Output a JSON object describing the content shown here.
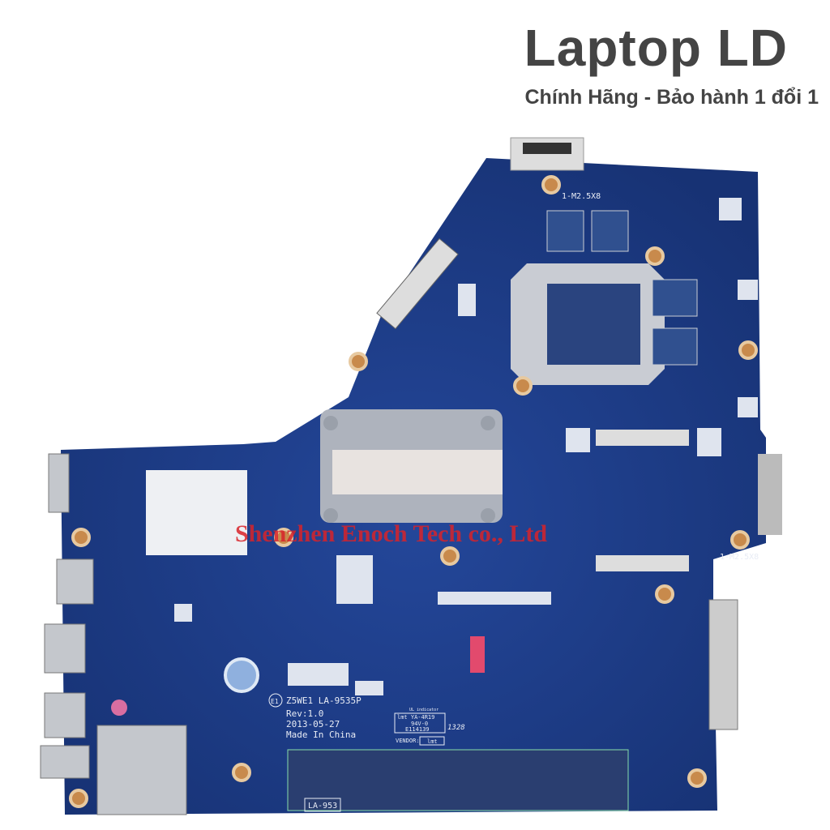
{
  "header": {
    "brand": "Laptop LD",
    "tagline": "Chính Hãng - Bảo hành 1 đổi 1"
  },
  "board": {
    "watermark": "Shenzhen Enoch Tech co., Ltd",
    "model_line": "Z5WE1 LA-9535P",
    "revision": "Rev:1.0",
    "date": "2013-05-27",
    "origin": "Made In China",
    "ul_title": "UL indicator",
    "ul_line1": "lmt YA-4R19",
    "ul_line2": "94V-0",
    "ul_line3": "E114139",
    "date_code": "1328",
    "vendor_label": "VENDOR:",
    "vendor_value": "lmt",
    "screw_label_top": "1-M2.5X8",
    "screw_label_right": "1-M2.5X8",
    "bottom_label": "LA-953",
    "logo_e1": "E1",
    "colors": {
      "pcb": "#1f3f8a",
      "pcb_dark": "#172f6b",
      "watermark": "#d8232a"
    }
  }
}
